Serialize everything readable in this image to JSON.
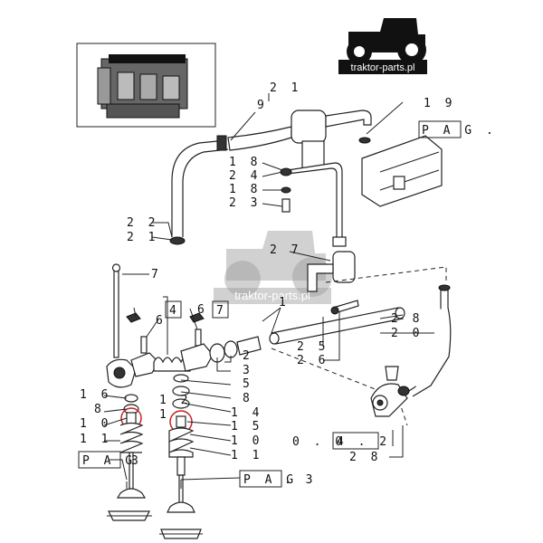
{
  "brand": {
    "logo_text": "traktor-parts.pl",
    "watermark_text": "traktor-parts.pl"
  },
  "callouts": {
    "c21_top": "2 1",
    "c9": "9",
    "c19": "1 9",
    "pag_top": "P A G .",
    "c18_a": "1 8",
    "c24": "2 4",
    "c18_b": "1 8",
    "c23": "2 3",
    "c22": "2 2",
    "c21_left": "2 1",
    "c27": "2 7",
    "c7": "7",
    "c4": "4",
    "c6_a": "6",
    "c6_b": "6",
    "c1": "1",
    "c28_a": "2 8",
    "c20": "2 0",
    "c25": "2 5",
    "c26": "2 6",
    "c2": "2",
    "c3": "3",
    "c5": "5",
    "c8_right": "8",
    "c16": "1 6",
    "c8_left": "8",
    "c10_left": "1 0",
    "c11_left": "1 1",
    "c12": "1 2",
    "c13": "1",
    "c14": "1 4",
    "c15": "1 5",
    "c10_right": "1 0",
    "c11_right": "1 1",
    "ref_0042_prefix": "0 . 0",
    "ref_0042_box": "4 . 2",
    "c28_b": "2 8",
    "pag_left": "P A G",
    "pag_bottom_box": "P A G",
    "pag_bottom_suffix": ". 3",
    "c3_right": "3"
  },
  "colors": {
    "highlight_circle": "#cc2222",
    "line": "#222222"
  }
}
